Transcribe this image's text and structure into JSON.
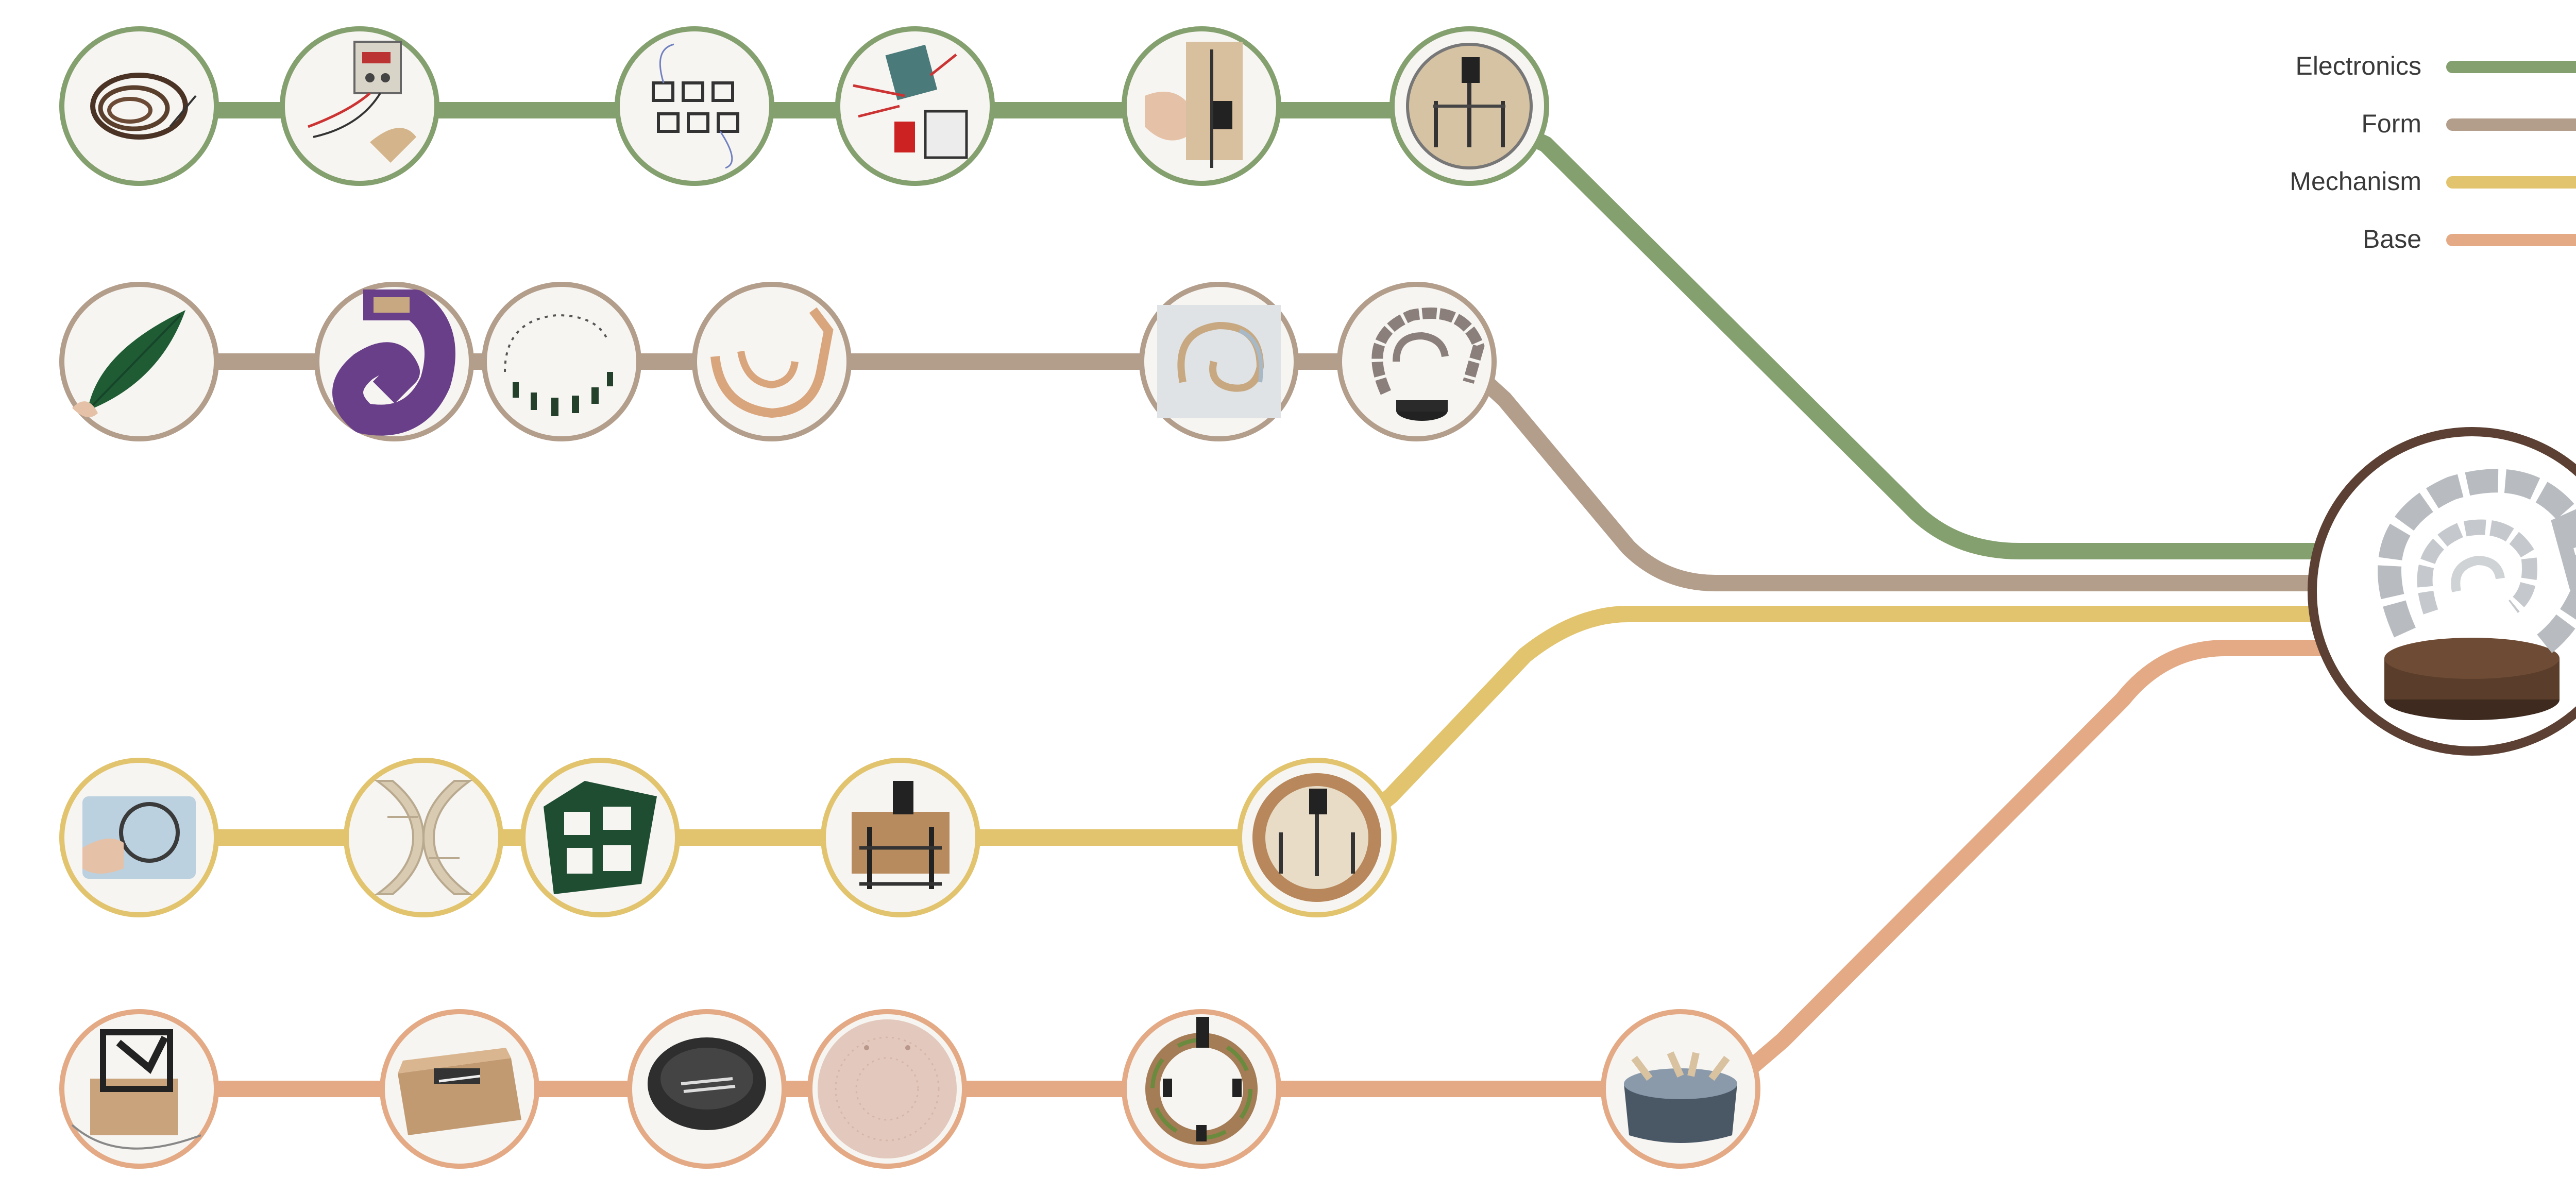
{
  "legend": {
    "items": [
      {
        "key": "electronics",
        "label": "Electronics",
        "color": "#84a06e"
      },
      {
        "key": "form",
        "label": "Form",
        "color": "#b39d8b"
      },
      {
        "key": "mechanism",
        "label": "Mechanism",
        "color": "#e2c46e"
      },
      {
        "key": "base",
        "label": "Base",
        "color": "#e3aa85"
      }
    ]
  },
  "final": {
    "ring_color": "#5c4033",
    "icon": "spiral-sculpture-icon"
  },
  "tracks": [
    {
      "key": "electronics",
      "color": "#84a06e",
      "nodes": [
        {
          "icon": "coiled-wire-icon"
        },
        {
          "icon": "power-supply-icon"
        },
        {
          "icon": "sensor-pads-icon"
        },
        {
          "icon": "circuit-board-icon"
        },
        {
          "icon": "motor-on-wood-icon"
        },
        {
          "icon": "motor-mount-icon"
        }
      ]
    },
    {
      "key": "form",
      "color": "#b39d8b",
      "nodes": [
        {
          "icon": "green-leaf-icon"
        },
        {
          "icon": "purple-curl-icon"
        },
        {
          "icon": "spiral-sketch-icon"
        },
        {
          "icon": "wood-spiral-icon"
        },
        {
          "icon": "laser-cut-sheet-icon"
        },
        {
          "icon": "spiral-on-base-icon"
        }
      ]
    },
    {
      "key": "mechanism",
      "color": "#e2c46e",
      "nodes": [
        {
          "icon": "hand-ring-icon"
        },
        {
          "icon": "wood-bracket-icon"
        },
        {
          "icon": "green-panel-icon"
        },
        {
          "icon": "gear-rig-icon"
        },
        {
          "icon": "mechanism-in-base-icon"
        }
      ]
    },
    {
      "key": "base",
      "color": "#e3aa85",
      "nodes": [
        {
          "icon": "wire-frame-icon"
        },
        {
          "icon": "wooden-box-icon"
        },
        {
          "icon": "bowl-icon"
        },
        {
          "icon": "perforated-disc-icon"
        },
        {
          "icon": "ring-holder-icon"
        },
        {
          "icon": "metal-base-icon"
        }
      ]
    }
  ]
}
